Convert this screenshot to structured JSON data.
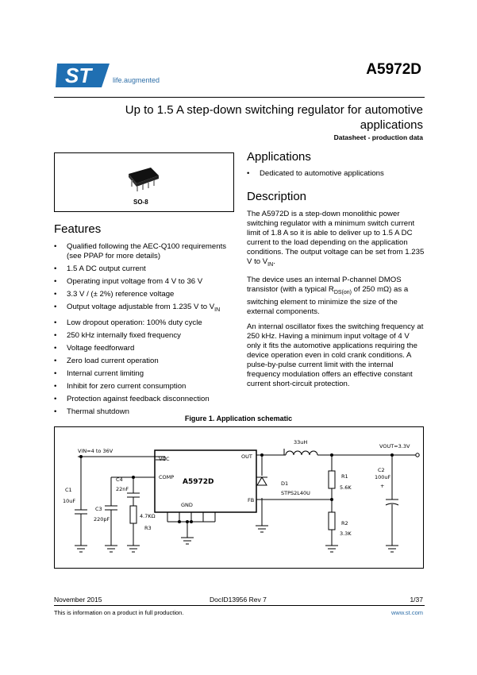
{
  "header": {
    "logo_tagline": "life.augmented",
    "part_number": "A5972D",
    "title": "Up to 1.5 A step-down switching regulator for automotive applications",
    "subtitle": "Datasheet - production data"
  },
  "package": {
    "label": "SO-8"
  },
  "features": {
    "heading": "Features",
    "items": [
      "Qualified following the AEC-Q100 requirements (see PPAP for more details)",
      "1.5 A DC output current",
      "Operating input voltage from 4 V to 36 V",
      "3.3 V / (± 2%) reference voltage",
      "Output voltage adjustable from 1.235 V to V",
      "Low dropout operation: 100% duty cycle",
      "250 kHz internally fixed frequency",
      "Voltage feedforward",
      "Zero load current operation",
      "Internal current limiting",
      "Inhibit for zero current consumption",
      "Protection against feedback disconnection",
      "Thermal shutdown"
    ],
    "item4_sub": "IN"
  },
  "applications": {
    "heading": "Applications",
    "items": [
      "Dedicated to automotive applications"
    ]
  },
  "description": {
    "heading": "Description",
    "p1": "The A5972D is a step-down monolithic power switching regulator with a minimum switch current limit of 1.8 A so it is able to deliver up to 1.5 A DC current to the load depending on the application conditions. The output voltage can be set from 1.235 V to V",
    "p1_sub": "IN",
    "p1_end": ".",
    "p2_a": "The device uses an internal P-channel DMOS transistor (with a typical R",
    "p2_sub": "DS(on)",
    "p2_b": " of 250 mΩ) as a switching element to minimize the size of the external components.",
    "p3": "An internal oscillator fixes the switching frequency at 250 kHz. Having a minimum input voltage of 4 V only it fits the automotive applications requiring the device operation even in cold crank conditions. A pulse-by-pulse current limit with the internal frequency modulation offers an effective constant current short-circuit protection."
  },
  "figure": {
    "caption": "Figure 1. Application schematic",
    "labels": {
      "vin": "VIN=4 to 36V",
      "vout": "VOUT=3.3V",
      "ic": "A5972D",
      "vcc": "VCC",
      "comp": "COMP",
      "out": "OUT",
      "fb": "FB",
      "gnd": "GND",
      "inductor": "33uH",
      "c1": "C1",
      "c1v": "10uF",
      "c4": "C4",
      "c4v": "22nF",
      "c3": "C3",
      "c3v": "220pF",
      "r3v": "4.7KΩ",
      "r3": "R3",
      "d1": "D1",
      "d1v": "STPS2L40U",
      "r1": "R1",
      "r1v": "5.6K",
      "r2": "R2",
      "r2v": "3.3K",
      "c2": "C2",
      "c2v": "100uF",
      "c2p": "+"
    }
  },
  "footer": {
    "date": "November 2015",
    "docid": "DocID13956 Rev 7",
    "page": "1/37",
    "note": "This is information on a product in full production.",
    "url": "www.st.com"
  }
}
